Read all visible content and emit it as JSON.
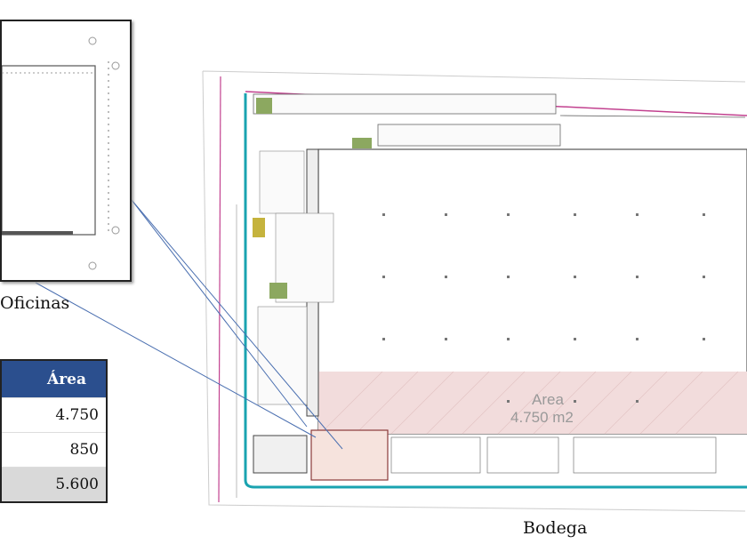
{
  "labels": {
    "oficinas": "Oficinas",
    "bodega": "Bodega"
  },
  "plan": {
    "area_label": "Area",
    "area_value": "4.750 m2"
  },
  "table": {
    "header": "Área",
    "rows": [
      {
        "value": "4.750"
      },
      {
        "value": "850"
      },
      {
        "value": "5.600"
      }
    ]
  },
  "colors": {
    "header": "#2b4f8e",
    "road": "#1aa3b0",
    "boundary": "#c2418f",
    "area_fill": "#f2dcdc"
  }
}
